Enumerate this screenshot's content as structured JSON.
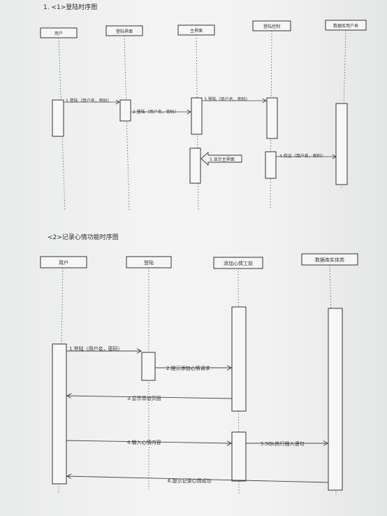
{
  "diagram1": {
    "title": "1.  <1>登陆时序图",
    "participants": [
      {
        "id": "p1",
        "label": "用户"
      },
      {
        "id": "p2",
        "label": "登陆界面"
      },
      {
        "id": "p3",
        "label": "主界面"
      },
      {
        "id": "p4",
        "label": "登陆控制"
      },
      {
        "id": "p5",
        "label": "数据库用户表"
      }
    ],
    "messages": [
      {
        "id": "m1",
        "label": "1.登陆（用户名，密码）"
      },
      {
        "id": "m2",
        "label": "2.登陆（用户名，密码）"
      },
      {
        "id": "m3",
        "label": "3.登陆（用户名，密码）"
      },
      {
        "id": "m4",
        "label": "4.验证（用户名，密码）"
      },
      {
        "id": "m5",
        "label": "5.显示主界面"
      }
    ]
  },
  "diagram2": {
    "title": "<2>记录心情功能时序图",
    "participants": [
      {
        "id": "q1",
        "label": "用户"
      },
      {
        "id": "q2",
        "label": "登陆"
      },
      {
        "id": "q3",
        "label": "添加心情工前"
      },
      {
        "id": "q4",
        "label": "数据库实体类"
      }
    ],
    "messages": [
      {
        "id": "n1",
        "label": "1.登陆（用户名，密码）"
      },
      {
        "id": "n2",
        "label": "2.提示添加心情请求"
      },
      {
        "id": "n3",
        "label": "3.显示添加页面"
      },
      {
        "id": "n4",
        "label": "4.输入心情内容"
      },
      {
        "id": "n5",
        "label": "5.SQL执行插入语句"
      },
      {
        "id": "n6",
        "label": "6.提示记录心情成功"
      }
    ]
  }
}
